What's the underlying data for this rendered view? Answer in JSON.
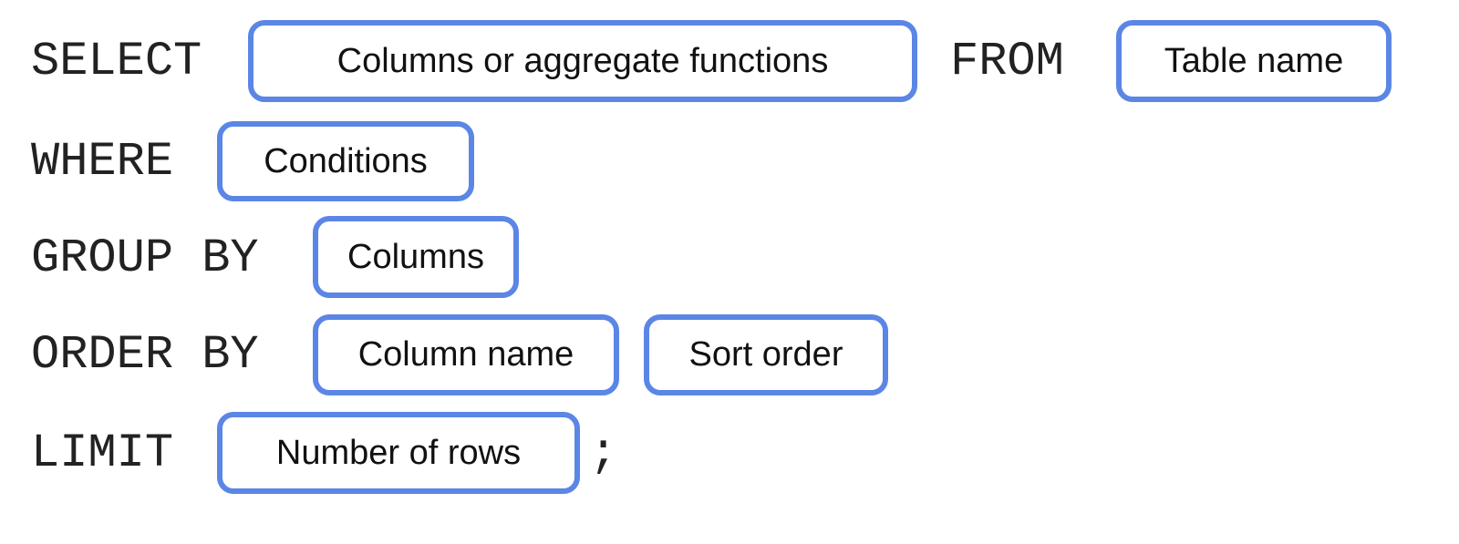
{
  "keywords": {
    "select": "SELECT",
    "from": "FROM",
    "where": "WHERE",
    "group_by": "GROUP BY",
    "order_by": "ORDER BY",
    "limit": "LIMIT",
    "terminator": ";"
  },
  "placeholders": {
    "select_columns": "Columns or aggregate functions",
    "table_name": "Table name",
    "conditions": "Conditions",
    "group_columns": "Columns",
    "order_column": "Column name",
    "sort_order": "Sort order",
    "row_count": "Number of rows"
  },
  "colors": {
    "slot_border": "#5b86e5",
    "keyword_text": "#222222"
  }
}
